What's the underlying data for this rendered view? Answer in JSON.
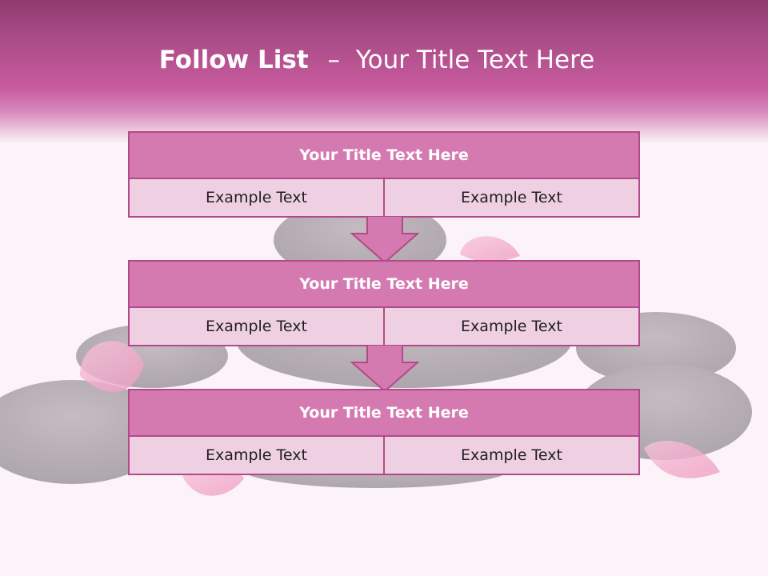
{
  "title": {
    "bold": "Follow List",
    "dash": "–",
    "rest": "Your Title Text Here"
  },
  "blocks": [
    {
      "title": "Your Title Text Here",
      "left": "Example Text",
      "right": "Example Text"
    },
    {
      "title": "Your Title Text Here",
      "left": "Example Text",
      "right": "Example Text"
    },
    {
      "title": "Your Title Text Here",
      "left": "Example Text",
      "right": "Example Text"
    }
  ],
  "colors": {
    "header_top": "#8e3a6e",
    "header_mid": "#c85b9e",
    "block_title_fill": "#d57ab0",
    "block_cell_fill": "#efd0e3",
    "block_border": "#b24a8a",
    "arrow_fill": "#d57ab0"
  },
  "icons": {
    "arrow": "down-arrow-icon"
  }
}
